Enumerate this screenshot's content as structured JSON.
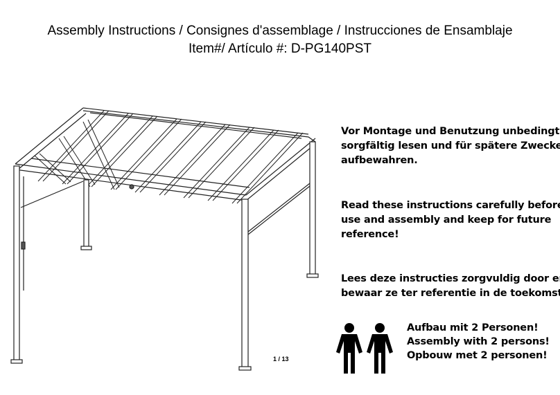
{
  "header": {
    "title_line1": "Assembly  Instructions / Consignes d'assemblage / Instrucciones de Ensamblaje",
    "title_line2": "Item#/ Artículo #: D-PG140PST"
  },
  "notes": {
    "de": [
      "Vor Montage und Benutzung unbedingt",
      "sorgfältig lesen und für spätere Zwecke",
      "aufbewahren."
    ],
    "en": [
      "Read these instructions carefully before",
      "use and assembly and keep for future",
      "reference!"
    ],
    "nl": [
      "Lees deze instructies zorgvuldig door en",
      "bewaar ze ter referentie in de toekomst!"
    ]
  },
  "persons": {
    "lines": [
      "Aufbau mit 2 Personen!",
      "Assembly with 2 persons!",
      "Opbouw met 2 personen!"
    ],
    "icon": "two-persons-icon"
  },
  "footer": {
    "page": "1 / 13"
  }
}
